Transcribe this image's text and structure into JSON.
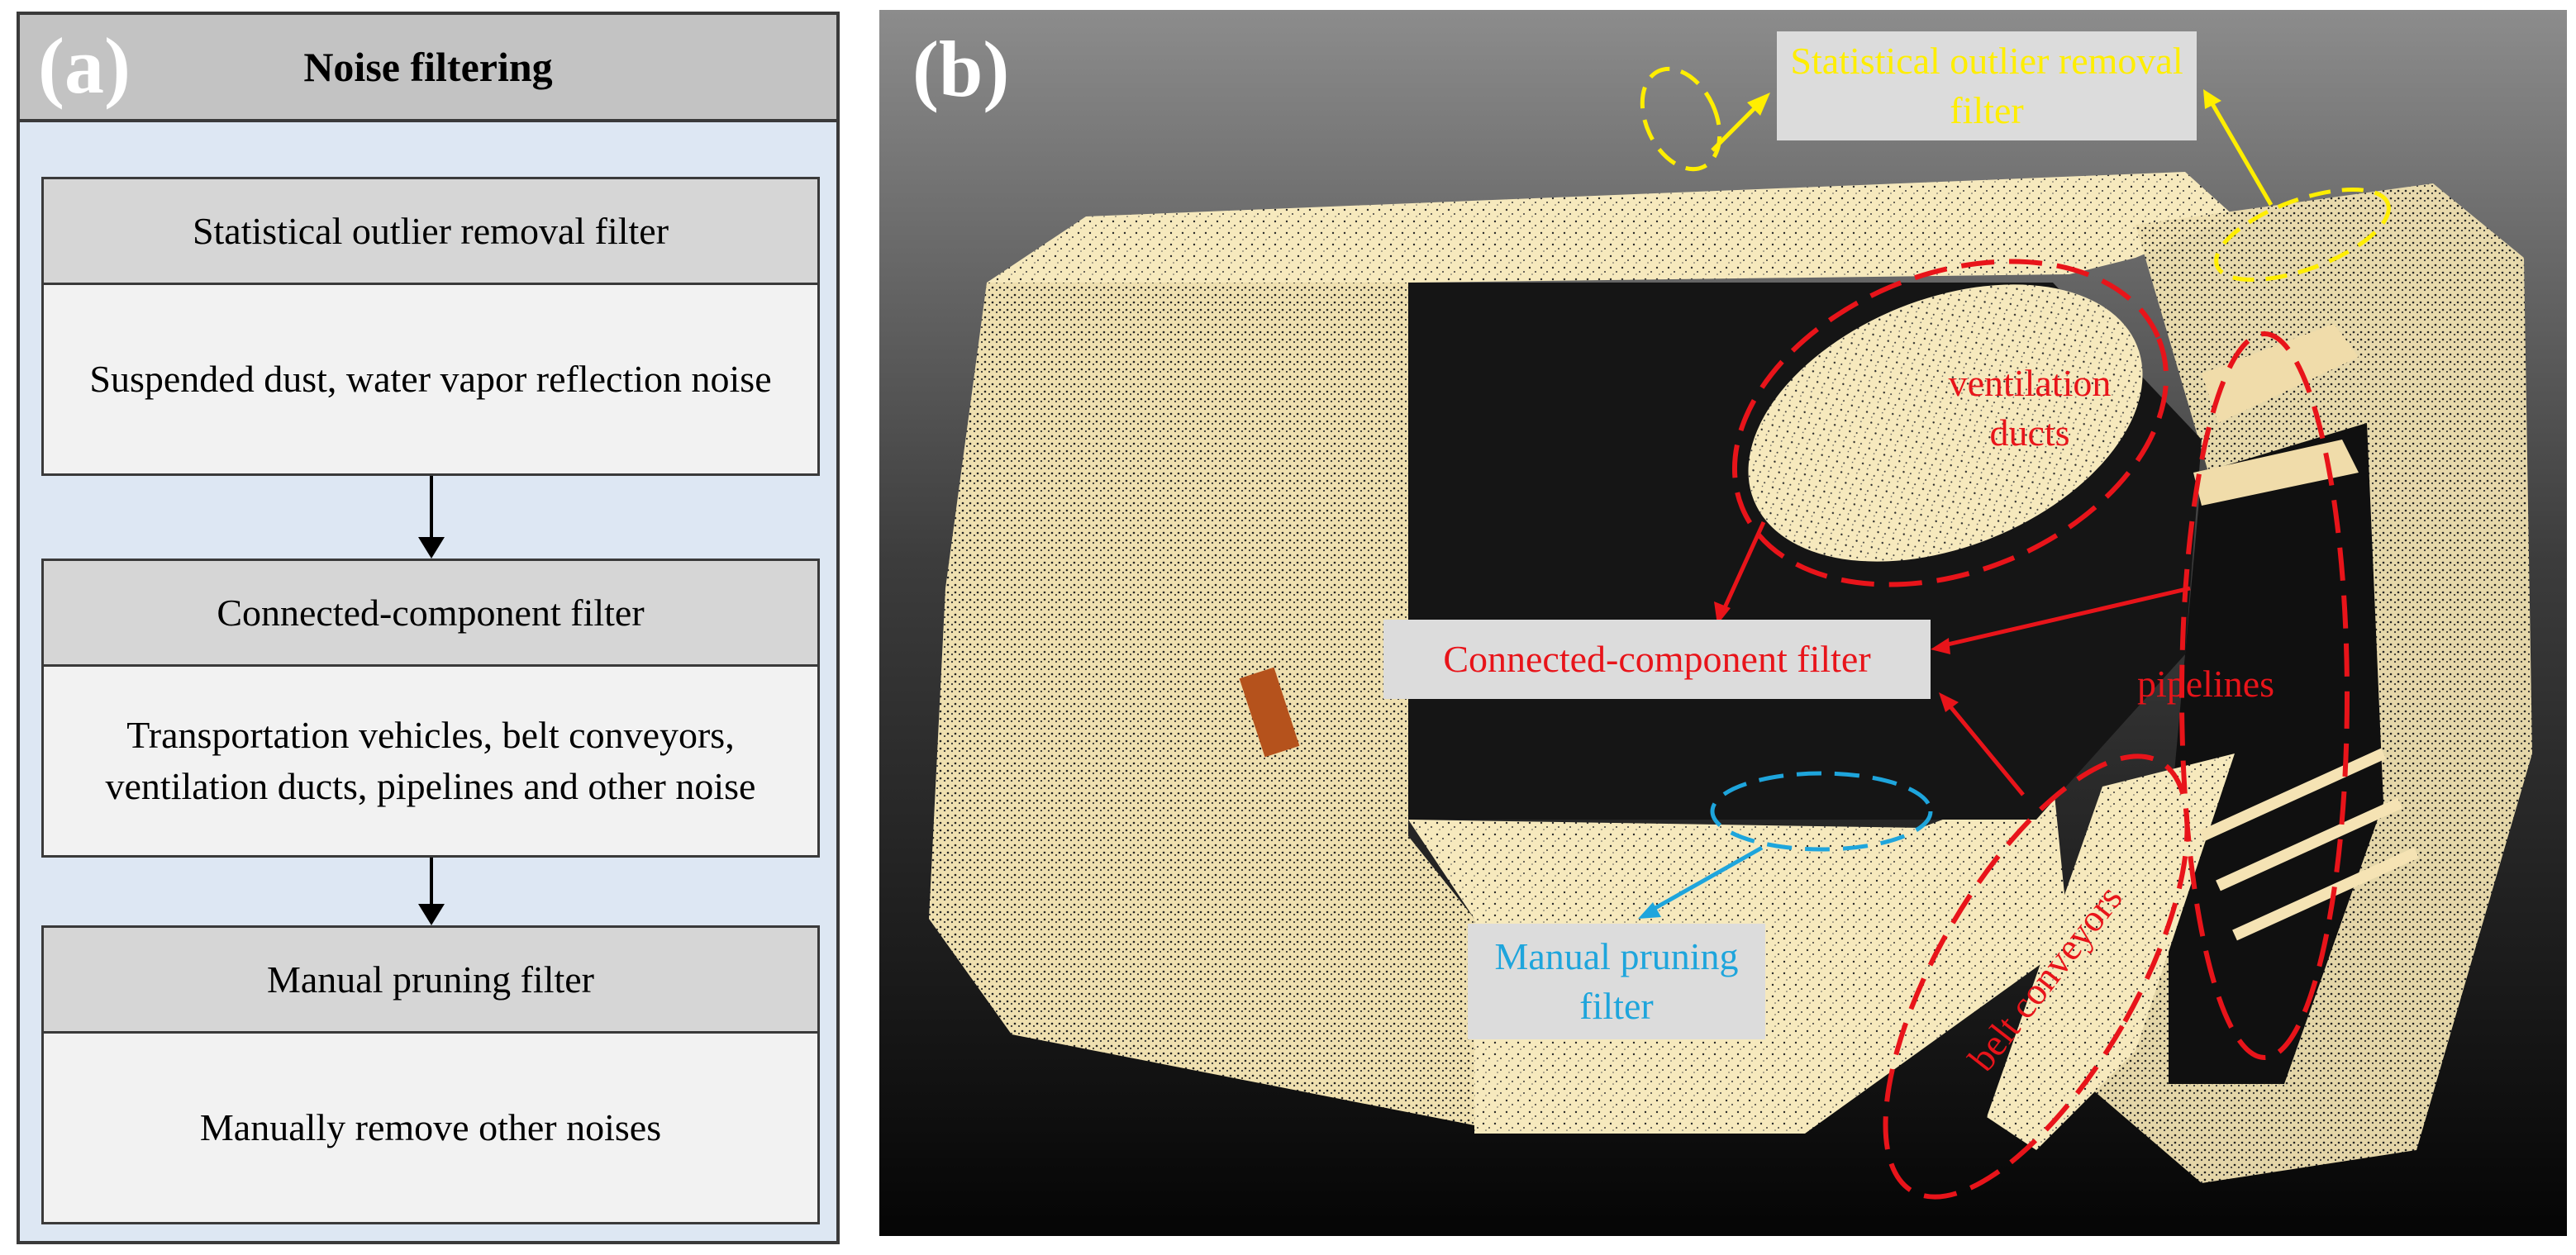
{
  "panel_a": {
    "letter": "(a)",
    "title": "Noise filtering",
    "stages": [
      {
        "name": "Statistical outlier removal filter",
        "description": "Suspended dust, water vapor reflection noise"
      },
      {
        "name": "Connected-component filter",
        "description": "Transportation vehicles, belt conveyors, ventilation ducts, pipelines and other noise"
      },
      {
        "name": "Manual pruning filter",
        "description": "Manually remove other noises"
      }
    ]
  },
  "panel_b": {
    "letter": "(b)",
    "labels": {
      "statistical_outlier": "Statistical outlier removal filter",
      "connected_component": "Connected-component filter",
      "manual_pruning": "Manual pruning filter",
      "ventilation_ducts": "ventilation ducts",
      "pipelines": "pipelines",
      "belt_conveyors": "belt conveyors"
    },
    "colors": {
      "statistical_outlier": "#ffee00",
      "connected_component": "#e8141a",
      "manual_pruning": "#1ea5dc",
      "point_cloud": "#f5e6b8"
    }
  }
}
